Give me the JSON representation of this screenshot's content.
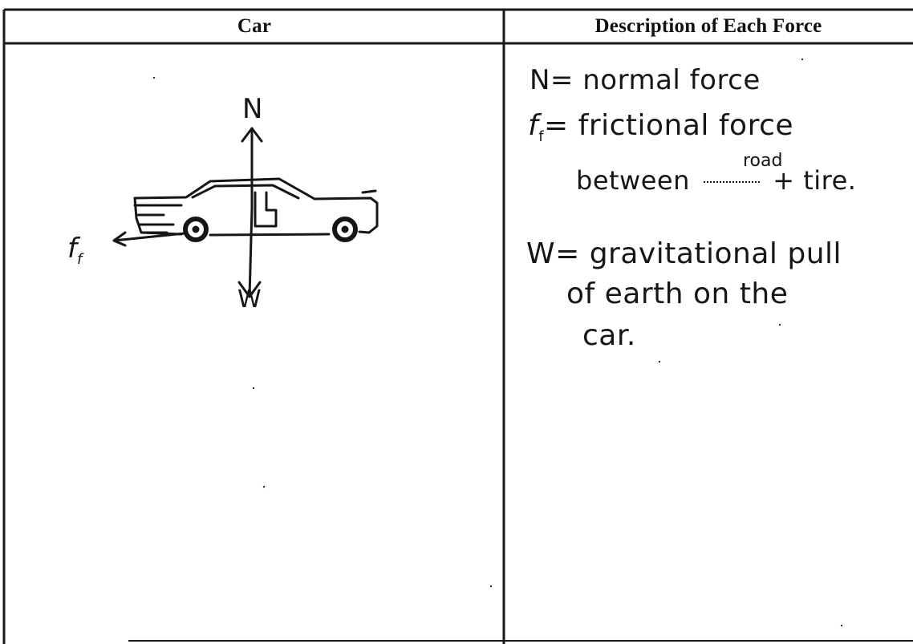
{
  "table": {
    "header_left": "Car",
    "header_right": "Description of Each Force"
  },
  "diagram": {
    "label_normal": "N",
    "label_weight": "W",
    "label_friction": "f",
    "label_friction_sub": "f"
  },
  "descriptions": {
    "line1": "N= normal force",
    "line2": "f",
    "line2_sub": "f",
    "line2_rest": "= frictional force",
    "line3_above": "road",
    "line3": "between",
    "line3_rest": "+ tire.",
    "line4": "W= gravitational pull",
    "line5": "of earth on the",
    "line6": "car."
  }
}
